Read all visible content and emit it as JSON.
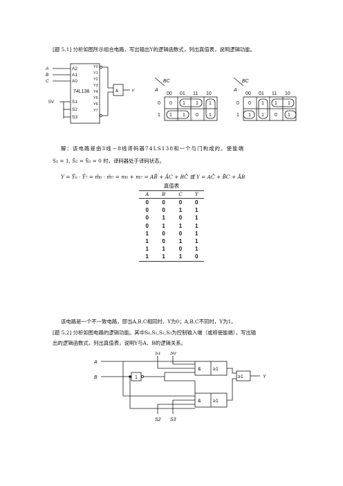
{
  "problem1": {
    "title": "[题 5.1]  分析如图所示组合电路，写出输出Y的逻辑函数式，列出真值表，说明逻辑功能。",
    "circuit": {
      "inputs": [
        "A",
        "B",
        "C"
      ],
      "decoder_name": "74L138",
      "addr_pins": [
        "A2",
        "A1",
        "A0"
      ],
      "enable_pins": [
        "S1",
        "S2",
        "S3"
      ],
      "supply": "5V",
      "outputs": [
        "Y0",
        "Y1",
        "Y2",
        "Y3",
        "Y4",
        "Y5",
        "Y6",
        "Y7"
      ],
      "gate": "&",
      "out": "Y"
    },
    "kmap": {
      "row_var": "A",
      "col_var": "BC",
      "cols": [
        "00",
        "01",
        "11",
        "10"
      ],
      "rows": [
        "0",
        "1"
      ],
      "cells": [
        [
          "0",
          "1",
          "1",
          "1"
        ],
        [
          "1",
          "1",
          "0",
          "1"
        ]
      ]
    },
    "solution_line1": "解：该电路是由3线－8线译码器74LS138和一个与门构成的。使能端",
    "solution_line2": "S₁ = 1, S̄₂ = S̄₃ = 0 时，译码器处于译码状态。",
    "equation": "Y = Ȳ₀ · Ȳ₇ = m̄₀ · m̄₇ = m₀ + m₇ = AB̄ + ĀC + BC̄ 或 Y = AC̄ + B̄C + ĀB",
    "truth_table": {
      "caption": "真值表",
      "headers": [
        "A",
        "B",
        "C",
        "Y"
      ],
      "rows": [
        [
          "0",
          "0",
          "0",
          "0"
        ],
        [
          "0",
          "0",
          "1",
          "1"
        ],
        [
          "0",
          "1",
          "0",
          "1"
        ],
        [
          "0",
          "1",
          "1",
          "1"
        ],
        [
          "1",
          "0",
          "0",
          "1"
        ],
        [
          "1",
          "0",
          "1",
          "1"
        ],
        [
          "1",
          "1",
          "0",
          "1"
        ],
        [
          "1",
          "1",
          "1",
          "0"
        ]
      ]
    },
    "conclusion": "该电路是一个不一致电路，即当A,B,C相同时，Y为0；A,B,C不同时，Y为1。"
  },
  "problem2": {
    "title_line1": "[题 5.2]  分析如图电路的逻辑功能。其中S₀,S₁,S₂,S₃为控制输入端（或称使能端），写出输",
    "title_line2": "出的逻辑函数式，列出真值表，说明Y与A、B的逻辑关系。",
    "circuit": {
      "top_controls": [
        "S1",
        "S0"
      ],
      "bottom_controls": [
        "S2",
        "S3"
      ],
      "inputs": [
        "A",
        "B"
      ],
      "not_gate": "1",
      "aoi_gate_and": "&",
      "aoi_gate_or": "≥1",
      "final_gate": "≥1",
      "out": "Y"
    }
  }
}
